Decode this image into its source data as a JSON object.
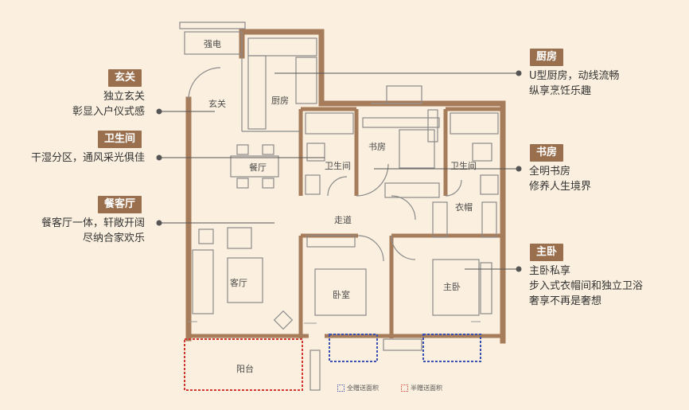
{
  "colors": {
    "background": "#fbf0df",
    "wall": "#a67c5a",
    "accent": "#9a6f4d",
    "full_area_border": "#3b4fb0",
    "half_area_border": "#d2382f"
  },
  "rooms": {
    "electric": "强电",
    "entrance": "玄关",
    "kitchen": "厨房",
    "dining": "餐厅",
    "bath_left": "卫生间",
    "study": "书房",
    "bath_right": "卫生间",
    "wardrobe": "衣帽",
    "corridor": "走道",
    "living": "客厅",
    "bedroom": "卧室",
    "master": "主卧",
    "balcony": "阳台"
  },
  "callouts": {
    "entrance": {
      "tag": "玄关",
      "lines": [
        "独立玄关",
        "彰显入户仪式感"
      ]
    },
    "bathroom": {
      "tag": "卫生间",
      "lines": [
        "干湿分区，通风采光俱佳"
      ]
    },
    "livingdining": {
      "tag": "餐客厅",
      "lines": [
        "餐客厅一体，轩敞开阔",
        "尽纳合家欢乐"
      ]
    },
    "kitchen": {
      "tag": "厨房",
      "lines": [
        "U型厨房，动线流畅",
        "纵享烹饪乐趣"
      ]
    },
    "study": {
      "tag": "书房",
      "lines": [
        "全明书房",
        "修养人生境界"
      ]
    },
    "master": {
      "tag": "主卧",
      "lines": [
        "主卧私享",
        "步入式衣帽间和独立卫浴",
        "奢享不再是奢想"
      ]
    }
  },
  "legend": {
    "full": "全赠送面积",
    "half": "半赠送面积"
  }
}
